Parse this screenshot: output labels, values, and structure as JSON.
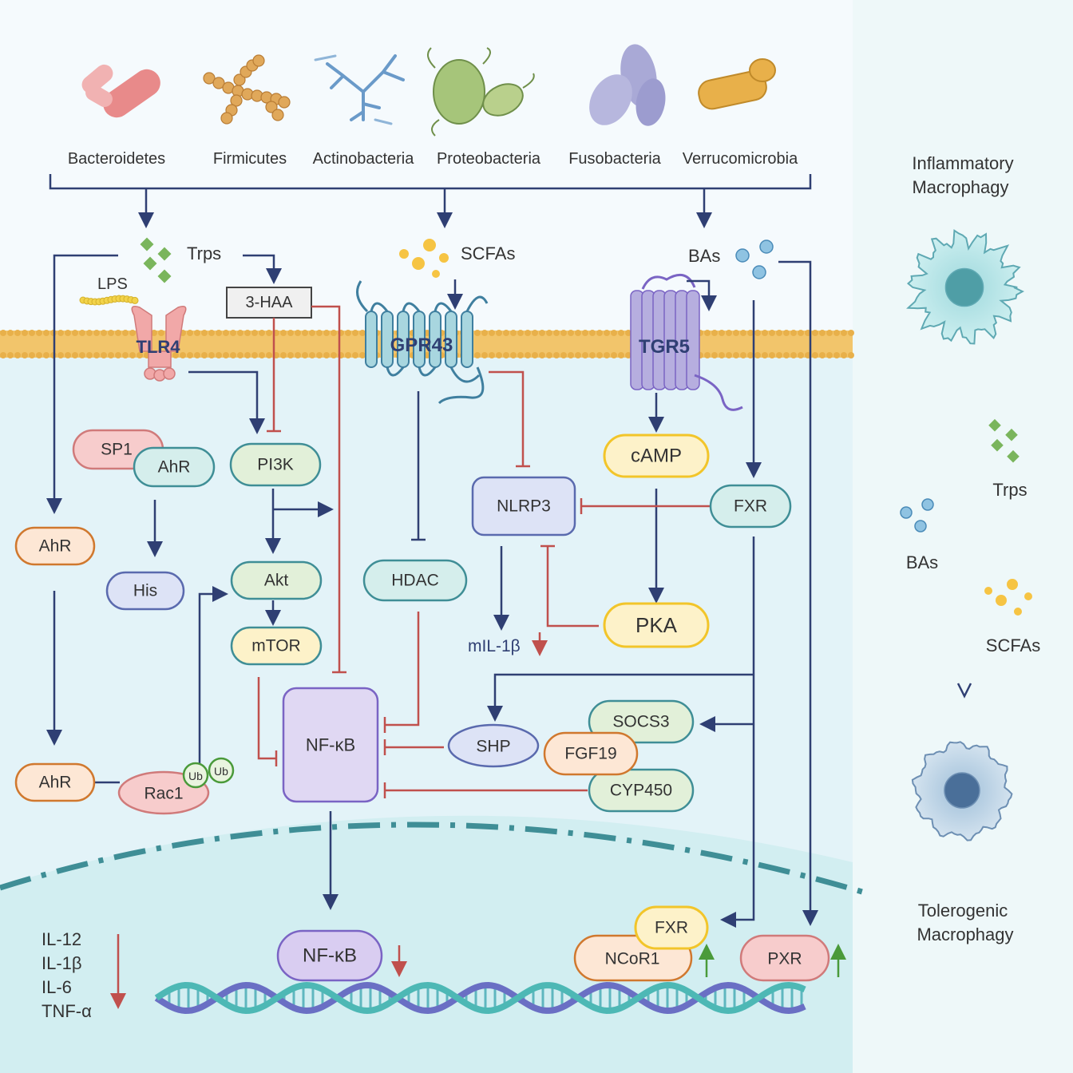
{
  "bacteria": [
    {
      "name": "Bacteroidetes"
    },
    {
      "name": "Firmicutes"
    },
    {
      "name": "Actinobacteria"
    },
    {
      "name": "Proteobacteria"
    },
    {
      "name": "Fusobacteria"
    },
    {
      "name": "Verrucomicrobia"
    }
  ],
  "metabolites": {
    "trps": "Trps",
    "lps": "LPS",
    "scfas": "SCFAs",
    "bas": "BAs",
    "haa": "3-HAA"
  },
  "receptors": {
    "tlr4": "TLR4",
    "gpr43": "GPR43",
    "tgr5": "TGR5"
  },
  "nodes": {
    "sp1": "SP1",
    "ahr_complex": "AhR",
    "his": "His",
    "ahr_cyto": "AhR",
    "ahr_nuclear": "AhR",
    "rac1": "Rac1",
    "ub1": "Ub",
    "ub2": "Ub",
    "pi3k": "PI3K",
    "akt": "Akt",
    "mtor": "mTOR",
    "hdac": "HDAC",
    "nlrp3": "NLRP3",
    "camp": "cAMP",
    "pka": "PKA",
    "fxr": "FXR",
    "mil1b": "mIL-1β",
    "nfkb": "NF-κB",
    "shp": "SHP",
    "socs3": "SOCS3",
    "fgf19": "FGF19",
    "cyp450": "CYP450",
    "nfkb_nuclear": "NF-κB",
    "ncor1": "NCoR1",
    "fxr_nuclear": "FXR",
    "pxr": "PXR"
  },
  "cytokines": [
    "IL-12",
    "IL-1β",
    "IL-6",
    "TNF-α"
  ],
  "sidebar": {
    "top_label": [
      "Inflammatory",
      "Macrophagy"
    ],
    "bottom_label": [
      "Tolerogenic",
      "Macrophagy"
    ],
    "trps": "Trps",
    "bas": "BAs",
    "scfas": "SCFAs"
  },
  "colors": {
    "activation_arrow": "#2f3f73",
    "inhibition_arrow": "#c0504d",
    "up_arrow": "#4a9a3a",
    "membrane": "#f2c56b",
    "cytoplasm": "#e3f3f8",
    "nucleus": "#d3eef2"
  }
}
